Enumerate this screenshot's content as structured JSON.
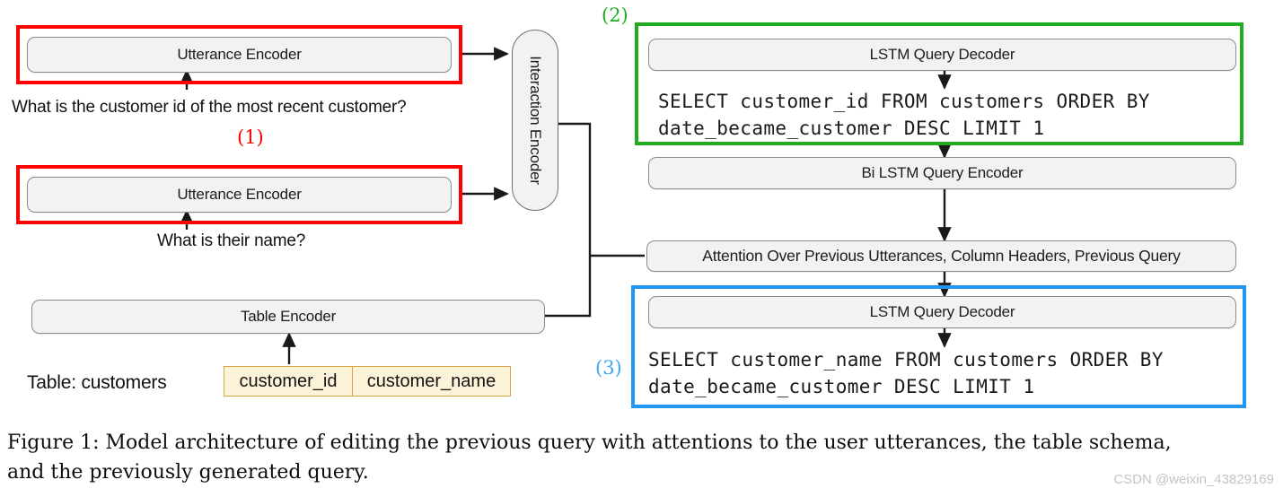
{
  "figure": {
    "caption": "Figure 1: Model architecture of editing the previous query with attentions to the user utterances, the table schema, and the previously generated query.",
    "watermark": "CSDN @weixin_43829169"
  },
  "colors": {
    "highlight_red": "#ff0000",
    "highlight_green": "#22ac22",
    "highlight_blue": "#2196f3",
    "node_fill": "#f2f2f2",
    "node_border": "#8c8c8c",
    "schema_fill": "#fdf3d8",
    "schema_border": "#d9a441",
    "wire": "#1a1a1a"
  },
  "left_column": {
    "utterance_encoder_1": {
      "label": "Utterance Encoder",
      "utterance_text": "What is the customer id of the most recent customer?",
      "marker": "(1)"
    },
    "utterance_encoder_2": {
      "label": "Utterance Encoder",
      "utterance_text": "What is their name?"
    },
    "table_encoder": {
      "label": "Table Encoder",
      "table_caption": "Table: customers",
      "columns": [
        "customer_id",
        "customer_name"
      ]
    }
  },
  "interaction_encoder": {
    "label": "Interaction Encoder"
  },
  "right_column": {
    "previous_query_block": {
      "marker": "(2)",
      "decoder_label": "LSTM Query Decoder",
      "sql_line_1": "SELECT customer_id FROM customers ORDER BY",
      "sql_line_2": "date_became_customer DESC LIMIT 1"
    },
    "query_encoder": {
      "label": "Bi LSTM Query Encoder"
    },
    "attention": {
      "label": "Attention Over Previous Utterances, Column Headers, Previous Query"
    },
    "edited_query_block": {
      "marker": "(3)",
      "decoder_label": "LSTM Query Decoder",
      "sql_line_1": "SELECT customer_name FROM customers ORDER BY",
      "sql_line_2": "date_became_customer DESC LIMIT 1"
    }
  }
}
